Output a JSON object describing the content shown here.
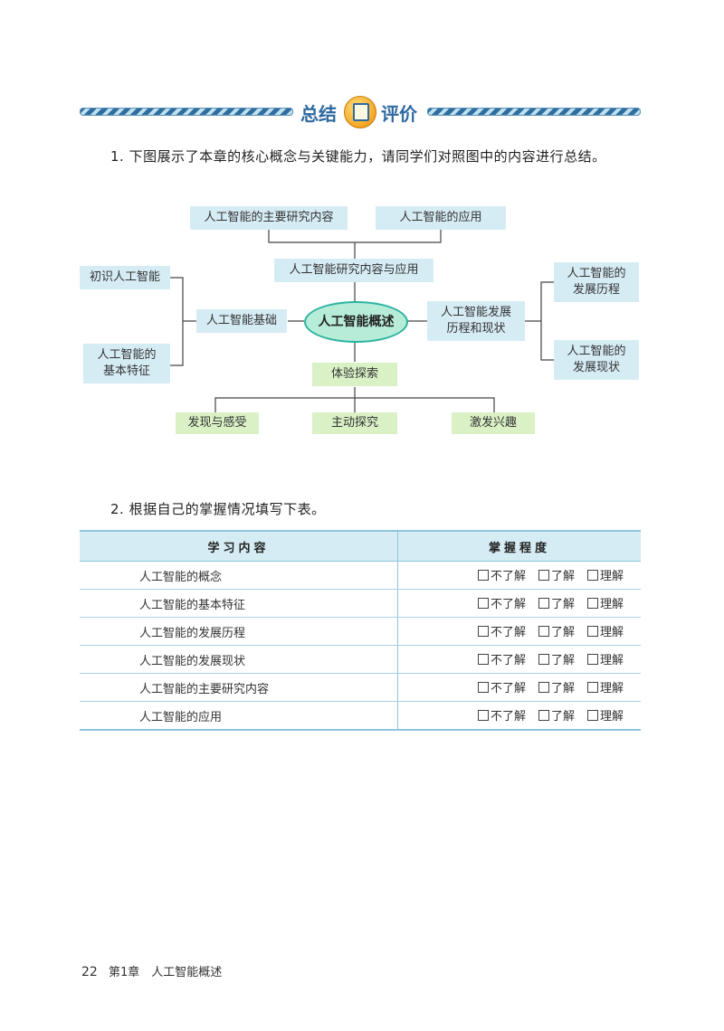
{
  "header": {
    "left": "总结",
    "right": "评价",
    "icon": "summary-icon"
  },
  "q1": "1. 下图展示了本章的核心概念与关键能力，请同学们对照图中的内容进行总结。",
  "q2": "2. 根据自己的掌握情况填写下表。",
  "diagram": {
    "center": "人工智能概述",
    "research_main": "人工智能的主要研究内容",
    "application": "人工智能的应用",
    "research_app": "人工智能研究内容与应用",
    "basics": "人工智能基础",
    "intro": "初识人工智能",
    "features": "人工智能的\n基本特征",
    "development": "人工智能发展\n历程和现状",
    "history": "人工智能的\n发展历程",
    "status": "人工智能的\n发展现状",
    "explore": "体验探索",
    "discover": "发现与感受",
    "active": "主动探究",
    "inspire": "激发兴趣"
  },
  "table": {
    "headers": [
      "学习内容",
      "掌握程度"
    ],
    "options": [
      "不了解",
      "了解",
      "理解"
    ],
    "rows": [
      "人工智能的概念",
      "人工智能的基本特征",
      "人工智能的发展历程",
      "人工智能的发展现状",
      "人工智能的主要研究内容",
      "人工智能的应用"
    ]
  },
  "footer": {
    "page": "22",
    "chapter": "第1章　人工智能概述"
  }
}
